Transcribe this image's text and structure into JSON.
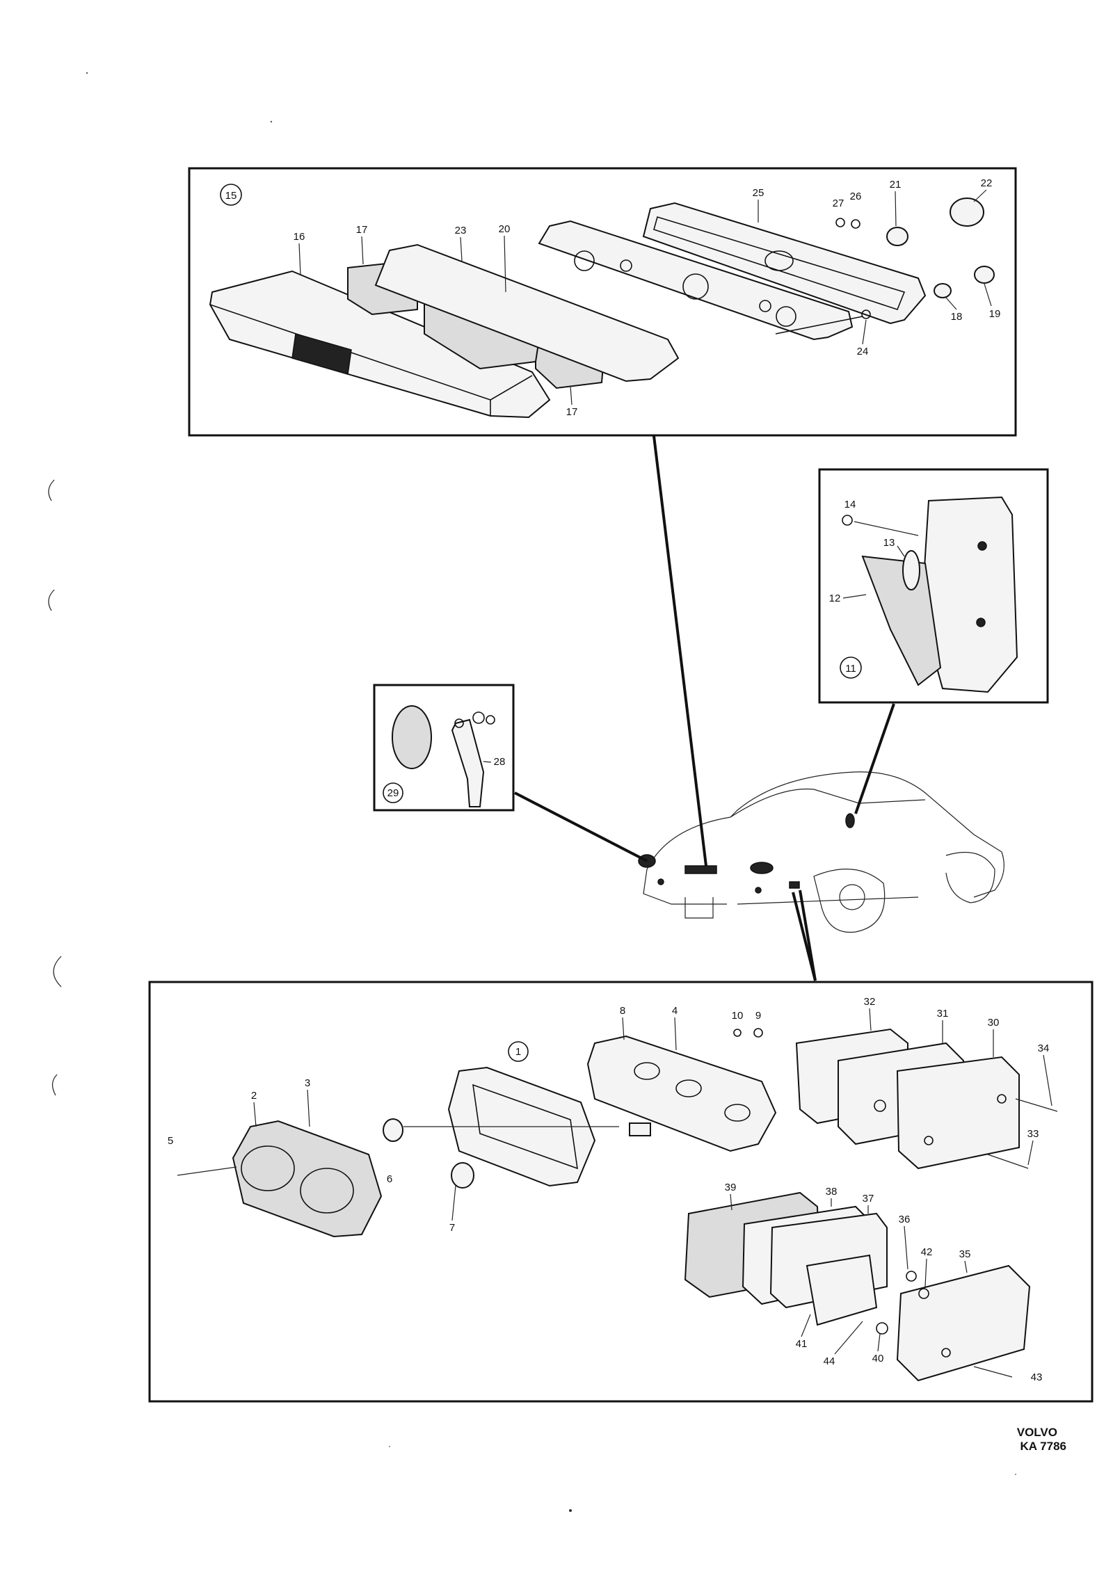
{
  "diagram": {
    "panels": [
      {
        "id": "rear-lamp-bar",
        "ref_circle": "15",
        "callouts": [
          "16",
          "17",
          "23",
          "20",
          "25",
          "27",
          "26",
          "21",
          "22",
          "18",
          "19",
          "24",
          "17"
        ]
      },
      {
        "id": "side-marker",
        "ref_circle": "11",
        "callouts": [
          "14",
          "13",
          "12"
        ]
      },
      {
        "id": "reflector",
        "ref_circle": "29",
        "callouts": [
          "28"
        ]
      },
      {
        "id": "tail-lamps",
        "ref_circle": "1",
        "callouts": [
          "2",
          "3",
          "5",
          "6",
          "7",
          "8",
          "4",
          "10",
          "9",
          "32",
          "31",
          "30",
          "34",
          "33",
          "39",
          "38",
          "37",
          "36",
          "42",
          "35",
          "41",
          "44",
          "40",
          "43"
        ]
      }
    ],
    "catalog": {
      "brand": "VOLVO",
      "code": "KA 7786"
    }
  }
}
